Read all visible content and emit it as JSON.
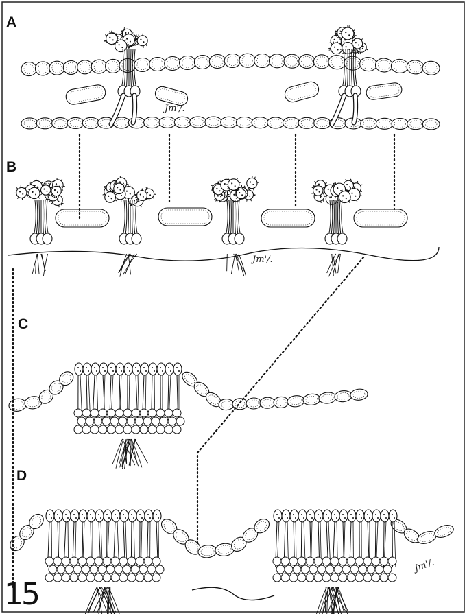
{
  "figure": {
    "number": "15",
    "panels": [
      {
        "label": "A"
      },
      {
        "label": "B"
      },
      {
        "label": "C"
      },
      {
        "label": "D"
      }
    ],
    "signature": "Jm'/."
  },
  "colors": {
    "ink": "#111111",
    "paper": "#ffffff"
  }
}
